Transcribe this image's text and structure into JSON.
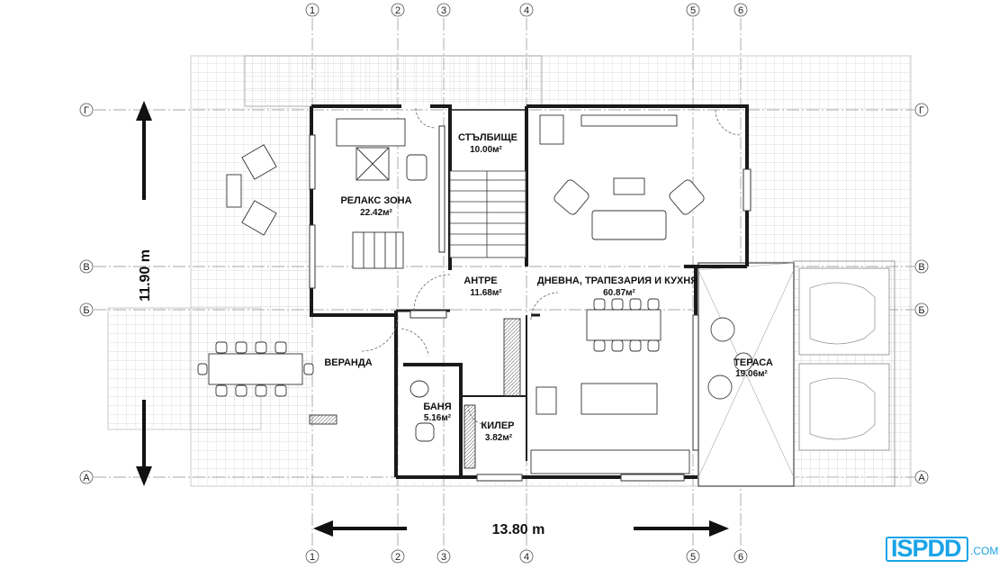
{
  "plan": {
    "column_axes": [
      "1",
      "2",
      "3",
      "4",
      "5",
      "6"
    ],
    "row_axes": [
      "Г",
      "В",
      "Б",
      "А"
    ],
    "dimension_width": "13.80 m",
    "dimension_height": "11.90 m",
    "rooms": {
      "relax": {
        "name": "РЕЛАКС ЗОНА",
        "area": "22.42м²"
      },
      "stair": {
        "name": "СТЪЛБИЩЕ",
        "area": "10.00м²"
      },
      "living": {
        "name": "ДНЕВНА, ТРАПЕЗАРИЯ И КУХНЯ",
        "area": "60.87м²"
      },
      "hall": {
        "name": "АНТРЕ",
        "area": "11.68м²"
      },
      "veranda": {
        "name": "ВЕРАНДА"
      },
      "terrace": {
        "name": "ТЕРАСА",
        "area": "19.06м²"
      },
      "bath": {
        "name": "БАНЯ",
        "area": "5.16м²"
      },
      "pantry": {
        "name": "КИЛЕР",
        "area": "3.82м²"
      }
    }
  },
  "logo": {
    "main": "ISPDD",
    "suffix": ".COM"
  },
  "colors": {
    "wall": "#1a1a1a",
    "grid": "#999999",
    "tile": "#d6d6d6",
    "logo": "#1aa3e8"
  }
}
